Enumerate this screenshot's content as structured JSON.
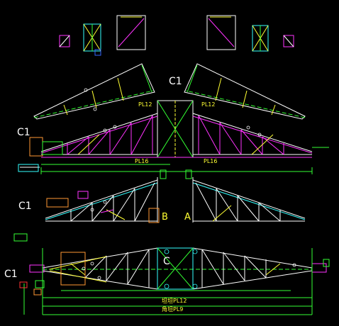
{
  "drawing": {
    "labels": {
      "c1_top": "C1",
      "c1_row2": "C1",
      "c1_row3": "C1",
      "c1_row4": "C1",
      "c_center": "C",
      "pl12_left": "PL12",
      "pl12_right": "PL12",
      "pl16_left": "PL16",
      "pl16_right": "PL16",
      "mark_b": "B",
      "mark_a": "A",
      "dim_pl12": "PL12",
      "dim_pl9": "PL9",
      "dim_prefix_1": "坦坦",
      "dim_prefix_2": "角坦"
    },
    "colors": {
      "background": "#000000",
      "white": "#ffffff",
      "yellow": "#ffff33",
      "green": "#33ff33",
      "magenta": "#ff33ff",
      "cyan": "#33ffff",
      "orange": "#ff9933",
      "blue": "#3366ff",
      "red": "#ff3333"
    }
  }
}
